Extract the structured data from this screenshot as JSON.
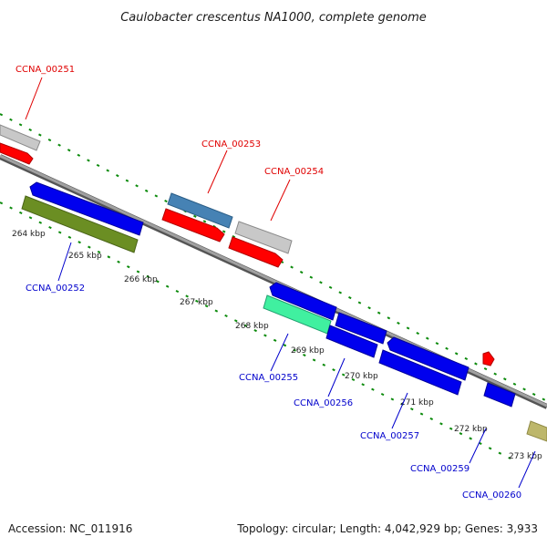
{
  "title": "Caulobacter crescentus NA1000, complete genome",
  "accession": "Accession: NC_011916",
  "summary": "Topology: circular; Length: 4,042,929 bp; Genes: 3,933",
  "colors": {
    "backbone": "#8a8a8a",
    "dots": "#0b8a0b",
    "label_forward": "#e00000",
    "label_reverse": "#0000cc",
    "red": "#ff0000",
    "blue": "#0000ee",
    "gray": "#c8c8c8",
    "steelblue": "#4682b4",
    "olive": "#6b8e23",
    "aquamarine": "#40f0a0",
    "tan": "#bdb76b"
  },
  "scale": {
    "ticks": [
      "264 kbp",
      "265 kbp",
      "266 kbp",
      "267 kbp",
      "268 kbp",
      "269 kbp",
      "270 kbp",
      "271 kbp",
      "272 kbp",
      "273 kbp"
    ]
  },
  "genes": [
    {
      "label": "CCNA_00251",
      "strand": "forward"
    },
    {
      "label": "CCNA_00253",
      "strand": "forward"
    },
    {
      "label": "CCNA_00254",
      "strand": "forward"
    },
    {
      "label": "CCNA_00252",
      "strand": "reverse"
    },
    {
      "label": "CCNA_00255",
      "strand": "reverse"
    },
    {
      "label": "CCNA_00256",
      "strand": "reverse"
    },
    {
      "label": "CCNA_00257",
      "strand": "reverse"
    },
    {
      "label": "CCNA_00259",
      "strand": "reverse"
    },
    {
      "label": "CCNA_00260",
      "strand": "reverse"
    }
  ]
}
